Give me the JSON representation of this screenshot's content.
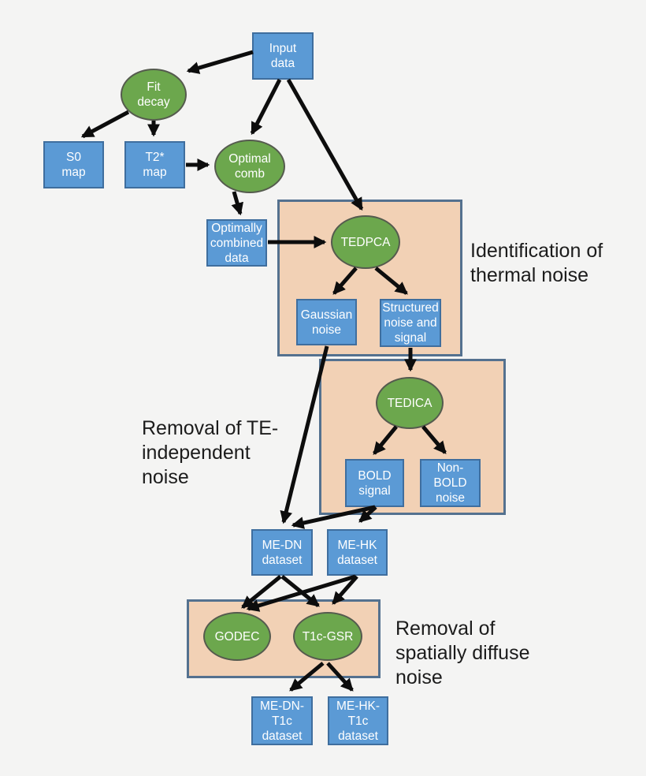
{
  "colors": {
    "background": "#f4f4f3",
    "box_fill": "#5b9ad5",
    "box_border": "#3f6e9e",
    "ellipse_fill": "#6ca74d",
    "ellipse_border": "#555b4e",
    "group_fill": "#f2d1b5",
    "group_border": "#54718f",
    "edge_color": "#0d0d0d",
    "shape_text": "#ffffff",
    "annotation_text": "#1c1c1c"
  },
  "nodes": [
    {
      "id": "input-data",
      "shape": "rect",
      "label": "Input\ndata"
    },
    {
      "id": "fit-decay",
      "shape": "ellipse",
      "label": "Fit\ndecay"
    },
    {
      "id": "s0-map",
      "shape": "rect",
      "label": "S0\nmap"
    },
    {
      "id": "t2-map",
      "shape": "rect",
      "label": "T2*\nmap"
    },
    {
      "id": "optimal-comb",
      "shape": "ellipse",
      "label": "Optimal\ncomb"
    },
    {
      "id": "optimally-combined-data",
      "shape": "rect",
      "label": "Optimally\ncombined\ndata"
    },
    {
      "id": "tedpca",
      "shape": "ellipse",
      "label": "TEDPCA"
    },
    {
      "id": "gaussian-noise",
      "shape": "rect",
      "label": "Gaussian\nnoise"
    },
    {
      "id": "structured-noise-signal",
      "shape": "rect",
      "label": "Structured\nnoise and\nsignal"
    },
    {
      "id": "tedica",
      "shape": "ellipse",
      "label": "TEDICA"
    },
    {
      "id": "bold-signal",
      "shape": "rect",
      "label": "BOLD\nsignal"
    },
    {
      "id": "non-bold-noise",
      "shape": "rect",
      "label": "Non-BOLD\nnoise"
    },
    {
      "id": "me-dn-dataset",
      "shape": "rect",
      "label": "ME-DN\ndataset"
    },
    {
      "id": "me-hk-dataset",
      "shape": "rect",
      "label": "ME-HK\ndataset"
    },
    {
      "id": "godec",
      "shape": "ellipse",
      "label": "GODEC"
    },
    {
      "id": "t1c-gsr",
      "shape": "ellipse",
      "label": "T1c-GSR"
    },
    {
      "id": "me-dn-t1c-dataset",
      "shape": "rect",
      "label": "ME-DN-\nT1c\ndataset"
    },
    {
      "id": "me-hk-t1c-dataset",
      "shape": "rect",
      "label": "ME-HK-\nT1c\ndataset"
    }
  ],
  "groups": [
    {
      "id": "thermal-noise-group"
    },
    {
      "id": "te-independent-group"
    },
    {
      "id": "spatially-diffuse-group"
    }
  ],
  "annotations": [
    {
      "id": "thermal-noise-label",
      "text": "Identification of\nthermal noise"
    },
    {
      "id": "te-independent-label",
      "text": "Removal of TE-\nindependent\nnoise"
    },
    {
      "id": "spatially-diffuse-label",
      "text": "Removal of\nspatially diffuse\nnoise"
    }
  ],
  "edges": [
    {
      "from": "input-data",
      "to": "fit-decay"
    },
    {
      "from": "fit-decay",
      "to": "s0-map"
    },
    {
      "from": "fit-decay",
      "to": "t2-map"
    },
    {
      "from": "t2-map",
      "to": "optimal-comb"
    },
    {
      "from": "input-data",
      "to": "optimal-comb"
    },
    {
      "from": "input-data",
      "to": "tedpca"
    },
    {
      "from": "optimal-comb",
      "to": "optimally-combined-data"
    },
    {
      "from": "optimally-combined-data",
      "to": "tedpca"
    },
    {
      "from": "tedpca",
      "to": "gaussian-noise"
    },
    {
      "from": "tedpca",
      "to": "structured-noise-signal"
    },
    {
      "from": "structured-noise-signal",
      "to": "tedica"
    },
    {
      "from": "tedica",
      "to": "bold-signal"
    },
    {
      "from": "tedica",
      "to": "non-bold-noise"
    },
    {
      "from": "gaussian-noise",
      "to": "me-dn-dataset"
    },
    {
      "from": "bold-signal",
      "to": "me-dn-dataset"
    },
    {
      "from": "bold-signal",
      "to": "me-hk-dataset"
    },
    {
      "from": "me-dn-dataset",
      "to": "godec"
    },
    {
      "from": "me-dn-dataset",
      "to": "t1c-gsr"
    },
    {
      "from": "me-hk-dataset",
      "to": "godec"
    },
    {
      "from": "me-hk-dataset",
      "to": "t1c-gsr"
    },
    {
      "from": "t1c-gsr",
      "to": "me-dn-t1c-dataset"
    },
    {
      "from": "t1c-gsr",
      "to": "me-hk-t1c-dataset"
    }
  ]
}
